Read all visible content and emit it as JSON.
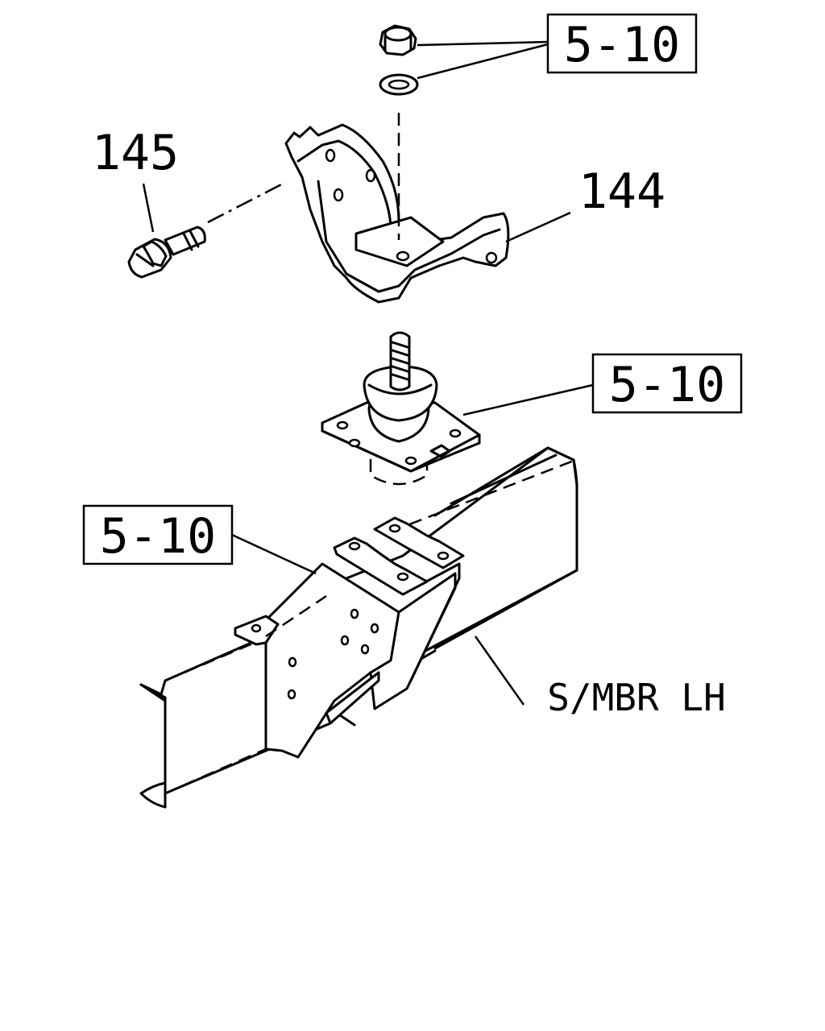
{
  "labels": {
    "nut_washer_ref": "5-10",
    "mount_ref": "5-10",
    "frame_bracket_ref": "5-10",
    "bolt_part_no": "145",
    "bracket_part_no": "144",
    "side_member": "S/MBR LH"
  }
}
